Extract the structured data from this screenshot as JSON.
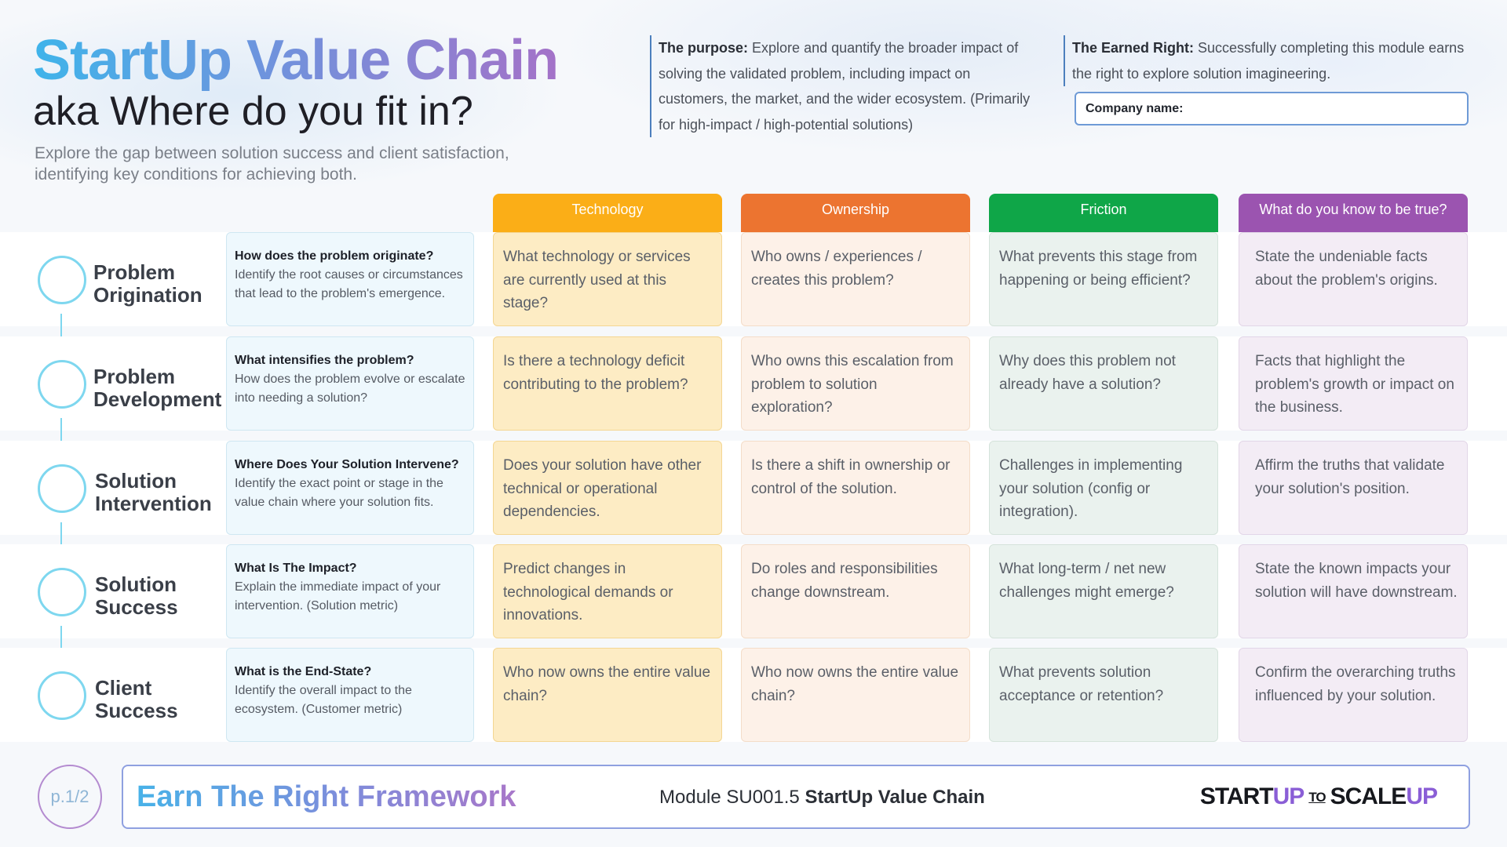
{
  "header": {
    "title": "StartUp Value Chain",
    "subtitle": "aka Where do you fit in?",
    "intro": "Explore the gap between solution success and client satisfaction, identifying key conditions for achieving both.",
    "purpose_label": "The purpose:",
    "purpose_text": "Explore and quantify the broader impact of solving the validated problem, including impact on customers, the market, and the wider ecosystem. (Primarily for high-impact / high-potential solutions)",
    "earned_label": "The Earned Right:",
    "earned_text": "Successfully completing this module earns the right to explore solution imagineering.",
    "company_label": "Company name:"
  },
  "columns": {
    "technology": "Technology",
    "ownership": "Ownership",
    "friction": "Friction",
    "know": "What do you know to be true?"
  },
  "column_colors": {
    "technology": "#fbae17",
    "ownership": "#ec7430",
    "friction": "#0fa648",
    "know": "#9b54b0"
  },
  "rows": [
    {
      "stage": "Problem Origination",
      "question": "How does the problem originate?",
      "detail": "Identify the root causes or circumstances that lead to the problem's emergence.",
      "technology": "What technology or services are currently used at this stage?",
      "ownership": "Who owns / experiences / creates this problem?",
      "friction": "What prevents this stage from happening or being efficient?",
      "know": "State the undeniable facts about the problem's origins."
    },
    {
      "stage": "Problem Development",
      "question": "What intensifies the problem?",
      "detail": "How does the problem evolve or escalate into needing a solution?",
      "technology": "Is there a technology deficit contributing to the problem?",
      "ownership": "Who owns this escalation from problem to solution exploration?",
      "friction": "Why does this problem not already have a solution?",
      "know": "Facts that highlight the problem's growth or impact on the business."
    },
    {
      "stage": "Solution Intervention",
      "question": "Where Does Your Solution Intervene?",
      "detail": "Identify the exact point or stage in the value chain where your solution fits.",
      "technology": "Does your solution have other technical or operational dependencies.",
      "ownership": "Is there a shift in ownership or control of the solution.",
      "friction": "Challenges in implementing your solution (config or integration).",
      "know": "Affirm the truths that validate your solution's position."
    },
    {
      "stage": "Solution Success",
      "question": "What Is The Impact?",
      "detail": "Explain the immediate impact of your intervention. (Solution metric)",
      "technology": "Predict changes in technological demands or innovations.",
      "ownership": "Do roles and responsibilities change downstream.",
      "friction": "What long-term / net new challenges might emerge?",
      "know": "State the known impacts your solution will have downstream."
    },
    {
      "stage": "Client Success",
      "question": "What is the End-State?",
      "detail": "Identify the overall impact to the ecosystem. (Customer metric)",
      "technology": "Who now owns the entire value chain?",
      "ownership": "Who now owns the entire value chain?",
      "friction": "What prevents solution acceptance or retention?",
      "know": "Confirm the overarching truths influenced by your solution."
    }
  ],
  "footer": {
    "page": "p.1/2",
    "framework": "Earn The Right Framework",
    "module_prefix": "Module SU001.5",
    "module_name": "StartUp Value Chain",
    "logo_start": "START",
    "logo_up1": "UP",
    "logo_to": "TO",
    "logo_scale": "SCALE",
    "logo_up2": "UP"
  }
}
